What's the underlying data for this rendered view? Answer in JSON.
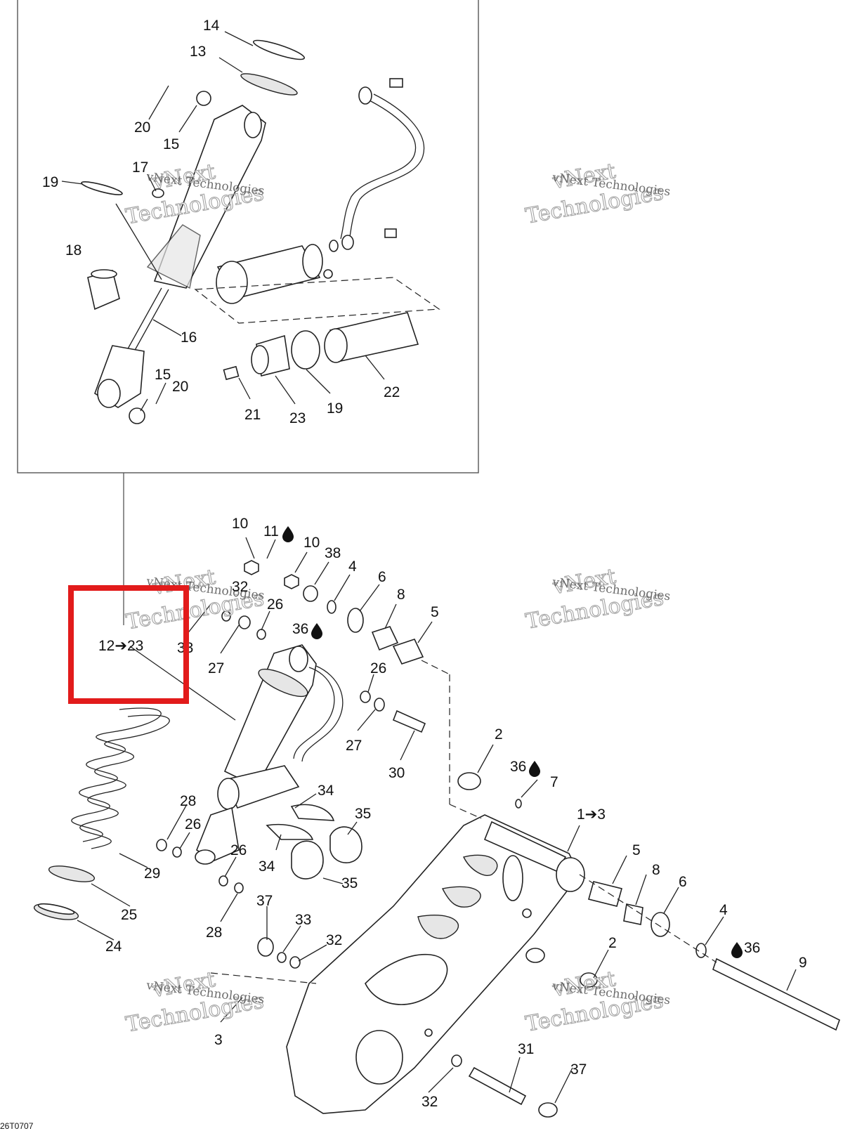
{
  "diagram": {
    "drawing_code": "26T0707",
    "reference_box_label": "12➔23",
    "highlight_color": "#e21b1b",
    "drop_symbol": "💧",
    "watermark": {
      "line1": "vNext Technologies",
      "big_top": "vNext",
      "big_bottom": "Technologies"
    },
    "callouts": [
      {
        "id": "c14",
        "text": "14"
      },
      {
        "id": "c13",
        "text": "13"
      },
      {
        "id": "c20a",
        "text": "20"
      },
      {
        "id": "c15a",
        "text": "15"
      },
      {
        "id": "c17",
        "text": "17"
      },
      {
        "id": "c19a",
        "text": "19"
      },
      {
        "id": "c18",
        "text": "18"
      },
      {
        "id": "c16",
        "text": "16"
      },
      {
        "id": "c15b",
        "text": "15"
      },
      {
        "id": "c20b",
        "text": "20"
      },
      {
        "id": "c21",
        "text": "21"
      },
      {
        "id": "c23",
        "text": "23"
      },
      {
        "id": "c19b",
        "text": "19"
      },
      {
        "id": "c22",
        "text": "22"
      },
      {
        "id": "c10a",
        "text": "10"
      },
      {
        "id": "c11",
        "text": "11"
      },
      {
        "id": "c10b",
        "text": "10"
      },
      {
        "id": "c38",
        "text": "38"
      },
      {
        "id": "c4a",
        "text": "4"
      },
      {
        "id": "c6a",
        "text": "6"
      },
      {
        "id": "c8a",
        "text": "8"
      },
      {
        "id": "c5a",
        "text": "5"
      },
      {
        "id": "c32a",
        "text": "32"
      },
      {
        "id": "c26a",
        "text": "26"
      },
      {
        "id": "c36a",
        "text": "36"
      },
      {
        "id": "c33a",
        "text": "33"
      },
      {
        "id": "c27a",
        "text": "27"
      },
      {
        "id": "c26b",
        "text": "26"
      },
      {
        "id": "c27b",
        "text": "27"
      },
      {
        "id": "c30",
        "text": "30"
      },
      {
        "id": "c2a",
        "text": "2"
      },
      {
        "id": "c36b",
        "text": "36"
      },
      {
        "id": "c7",
        "text": "7"
      },
      {
        "id": "c13r",
        "text": "1➔3"
      },
      {
        "id": "c28a",
        "text": "28"
      },
      {
        "id": "c26c",
        "text": "26"
      },
      {
        "id": "c34a",
        "text": "34"
      },
      {
        "id": "c35a",
        "text": "35"
      },
      {
        "id": "c26d",
        "text": "26"
      },
      {
        "id": "c34b",
        "text": "34"
      },
      {
        "id": "c35b",
        "text": "35"
      },
      {
        "id": "c29",
        "text": "29"
      },
      {
        "id": "c25",
        "text": "25"
      },
      {
        "id": "c24",
        "text": "24"
      },
      {
        "id": "c5b",
        "text": "5"
      },
      {
        "id": "c8b",
        "text": "8"
      },
      {
        "id": "c6b",
        "text": "6"
      },
      {
        "id": "c4b",
        "text": "4"
      },
      {
        "id": "c36c",
        "text": "36"
      },
      {
        "id": "c9",
        "text": "9"
      },
      {
        "id": "c37a",
        "text": "37"
      },
      {
        "id": "c33b",
        "text": "33"
      },
      {
        "id": "c32b",
        "text": "32"
      },
      {
        "id": "c28b",
        "text": "28"
      },
      {
        "id": "c2b",
        "text": "2"
      },
      {
        "id": "c3",
        "text": "3"
      },
      {
        "id": "c31",
        "text": "31"
      },
      {
        "id": "c37b",
        "text": "37"
      },
      {
        "id": "c32c",
        "text": "32"
      }
    ]
  }
}
